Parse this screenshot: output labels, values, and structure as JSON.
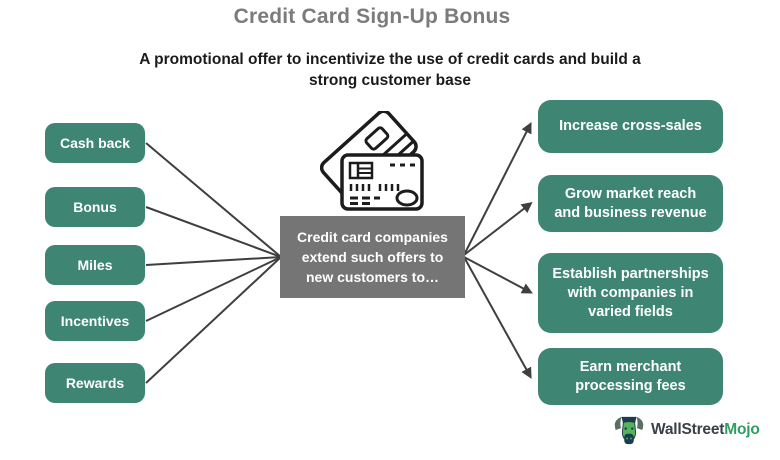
{
  "title": "Credit Card Sign-Up Bonus",
  "subtitle": "A promotional offer to incentivize the use of credit cards and build a\nstrong customer base",
  "center": {
    "text": "Credit card companies\nextend such offers to\nnew customers to…",
    "icon": "credit-cards-icon"
  },
  "left_items": [
    {
      "label": "Cash back"
    },
    {
      "label": "Bonus"
    },
    {
      "label": "Miles"
    },
    {
      "label": "Incentives"
    },
    {
      "label": "Rewards"
    }
  ],
  "right_items": [
    {
      "label": "Increase cross-sales"
    },
    {
      "label": "Grow market reach\nand business revenue"
    },
    {
      "label": "Establish partnerships\nwith companies in\nvaried fields"
    },
    {
      "label": "Earn merchant\nprocessing fees"
    }
  ],
  "logo": {
    "icon": "bull-icon",
    "brand_primary": "WallStreet",
    "brand_secondary": "Mojo"
  },
  "colors": {
    "box_green": "#3e8673",
    "box_gray": "#757575",
    "title_gray": "#7b7b7b",
    "subtitle_black": "#1b1b1b",
    "box_text": "#ffffff",
    "connector_line": "#3f3f3f",
    "logo_dark": "#3a4149",
    "logo_green": "#2e9e62"
  }
}
